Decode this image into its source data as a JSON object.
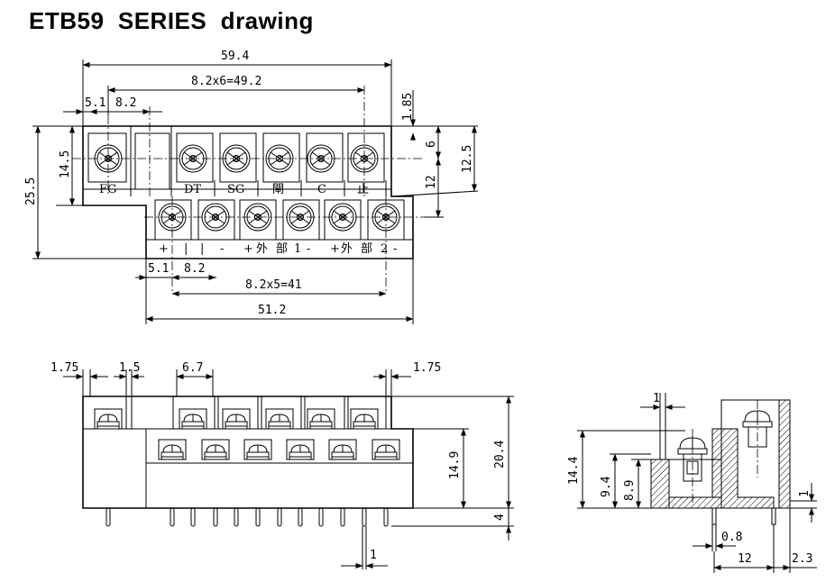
{
  "title": "ETB59  SERIES  drawing",
  "top_view": {
    "dims": {
      "total_width": "59.4",
      "upper_pitch": "8.2x6=49.2",
      "upper_offset": "5.1",
      "upper_pitch_single": "8.2",
      "top_gap": "1.85",
      "right_6": "6",
      "right_12_5": "12.5",
      "right_12": "12",
      "left_14_5": "14.5",
      "left_25_5": "25.5",
      "lower_offset": "5.1",
      "lower_pitch_single": "8.2",
      "lower_pitch": "8.2x5=41",
      "lower_width": "51.2"
    },
    "upper_labels": [
      "FG",
      "DT",
      "SG",
      "閘",
      "C",
      "止"
    ],
    "lower_labels": [
      "+",
      "|",
      "|",
      "-",
      "+",
      "外",
      "部",
      "1",
      "-",
      "+",
      "外",
      "部",
      "2",
      "-"
    ]
  },
  "front_view": {
    "dims": {
      "left_1_75": "1.75",
      "left_1_5": "1.5",
      "pitch_6_7": "6.7",
      "right_1_75": "1.75",
      "height_14_9": "14.9",
      "height_20_4": "20.4",
      "pin_4": "4",
      "pin_1": "1"
    }
  },
  "side_view": {
    "dims": {
      "top_1": "1",
      "height_14_4": "14.4",
      "height_9_4": "9.4",
      "height_8_9": "8.9",
      "right_1": "1",
      "pin_0_8": "0.8",
      "width_12": "12",
      "offset_2_3": "2.3"
    }
  }
}
